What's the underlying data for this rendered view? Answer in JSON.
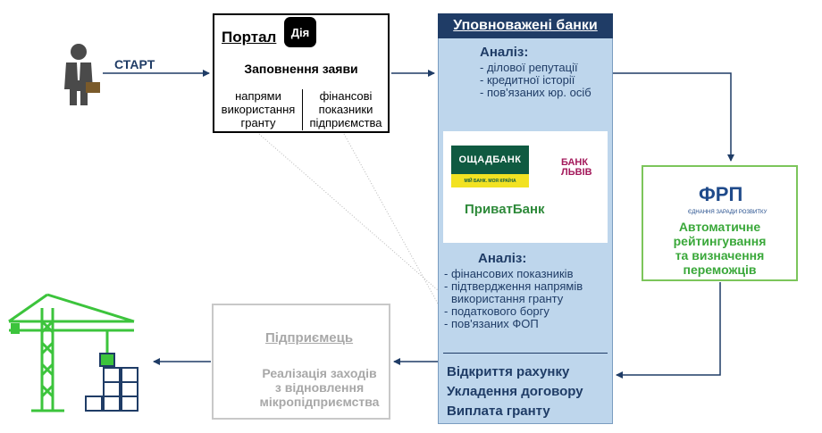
{
  "start": {
    "label": "СТАРТ",
    "icon": "businessman-icon"
  },
  "portal": {
    "title": "Портал",
    "logo_text": "Дія",
    "subtitle": "Заповнення заяви",
    "col1": [
      "напрями",
      "використання",
      "гранту"
    ],
    "col2": [
      "фінансові",
      "показники",
      "підприємства"
    ]
  },
  "banks": {
    "header": "Уповноважені банки",
    "analysis1": {
      "title": "Аналіз:",
      "items": [
        "- ділової репутації",
        "- кредитної історії",
        "- пов'язаних юр. осіб"
      ]
    },
    "logos": {
      "oschad_name": "ОЩАДБАНК",
      "oschad_slogan": "МІЙ БАНК. МОЯ КРАЇНА",
      "lviv_name": "БАНК",
      "lviv_city": "ЛЬВІВ",
      "privat_name": "ПриватБанк"
    },
    "analysis2": {
      "title": "Аналіз:",
      "items": [
        "- фінансових показників",
        "- підтвердження напрямів",
        "  використання гранту",
        "- податкового боргу",
        "- пов'язаних ФОП"
      ]
    },
    "outcomes": [
      "Відкриття рахунку",
      "Укладення договору",
      "Виплата гранту"
    ]
  },
  "frp": {
    "logo_text": "ФРП",
    "tagline": "ЄДНАННЯ ЗАРАДИ РОЗВИТКУ",
    "text": [
      "Автоматичне",
      "рейтингування",
      "та визначення",
      "переможців"
    ]
  },
  "entrepreneur": {
    "title": "Підприємець",
    "text": [
      "Реалізація заходів",
      "з відновлення",
      "мікропідприємства"
    ]
  },
  "colors": {
    "navy": "#1f3c66",
    "bank_bg": "#bed6ec",
    "green": "#3aa83a",
    "gray": "#a8a8a8"
  }
}
